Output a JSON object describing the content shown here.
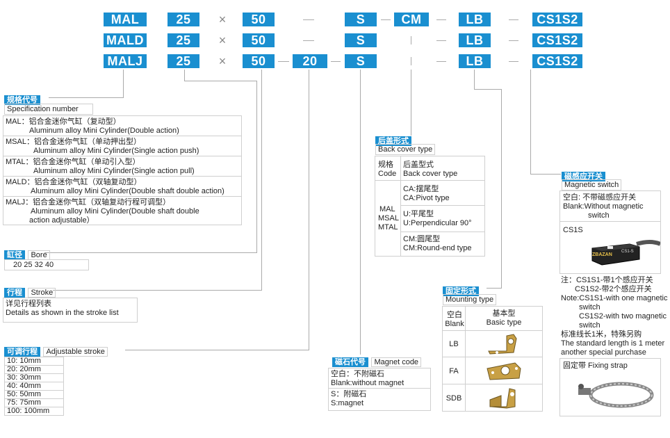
{
  "rows": [
    {
      "model": "MAL",
      "bore": "25",
      "x": "×",
      "stroke": "50",
      "adj": "",
      "mag": "S",
      "cover": "CM",
      "mount": "LB",
      "sw": "CS1S2"
    },
    {
      "model": "MALD",
      "bore": "25",
      "x": "×",
      "stroke": "50",
      "adj": "",
      "mag": "S",
      "cover": "",
      "mount": "LB",
      "sw": "CS1S2"
    },
    {
      "model": "MALJ",
      "bore": "25",
      "x": "×",
      "stroke": "50",
      "adj": "20",
      "mag": "S",
      "cover": "",
      "mount": "LB",
      "sw": "CS1S2"
    }
  ],
  "spec": {
    "title_cn": "规格代号",
    "title_en": "Specification number",
    "items": [
      {
        "cn": "MAL：铝合金迷你气缸（复动型）",
        "en": "Aluminum alloy Mini Cylinder(Double action)"
      },
      {
        "cn": "MSAL：铝合金迷你气缸（单动押出型）",
        "en": "Aluminum alloy Mini Cylinder(Single action push)"
      },
      {
        "cn": "MTAL：铝合金迷你气缸（单动引入型）",
        "en": "Aluminum alloy Mini Cylinder(Single action pull)"
      },
      {
        "cn": "MALD：铝合金迷你气缸（双轴复动型）",
        "en": "Aluminum alloy Mini Cylinder(Double shaft double action)"
      },
      {
        "cn": "MALJ：铝合金迷你气缸（双轴复动行程可调型）",
        "en": "Aluminum alloy Mini Cylinder(Double shaft double",
        "en2": "action adjustable）"
      }
    ]
  },
  "bore": {
    "title_cn": "缸径",
    "title_en": "Bore",
    "values": "20  25  32  40"
  },
  "stroke": {
    "title_cn": "行程",
    "title_en": "Stroke",
    "cn": "详见行程列表",
    "en": "Details as shown in the stroke list"
  },
  "adj": {
    "title_cn": "可调行程",
    "title_en": "Adjustable stroke",
    "items": [
      "10:  10mm",
      "20:  20mm",
      "30:  30mm",
      "40:  40mm",
      "50:  50mm",
      "75:  75mm",
      "100:  100mm"
    ]
  },
  "magnet": {
    "title_cn": "磁石代号",
    "title_en": "Magnet code",
    "r1cn": "空白：不附磁石",
    "r1en": "Blank:without magnet",
    "r2cn": "S：附磁石",
    "r2en": "S:magnet"
  },
  "back": {
    "title_cn": "后盖形式",
    "title_en": "Back cover type",
    "h1a": "规格",
    "h1b": "Code",
    "h2a": "后盖型式",
    "h2b": "Back cover type",
    "models": [
      "MAL",
      "MSAL",
      "MTAL"
    ],
    "ca1": "CA:摆尾型",
    "ca2": "CA:Pivot type",
    "u1": "U:平尾型",
    "u2": "U:Perpendicular 90°",
    "cm1": "CM:圆尾型",
    "cm2": "CM:Round-end type"
  },
  "mount": {
    "title_cn": "固定形式",
    "title_en": "Mounting type",
    "h1a": "空白",
    "h1b": "Blank",
    "h2a": "基本型",
    "h2b": "Basic type",
    "rows": [
      "LB",
      "FA",
      "SDB"
    ]
  },
  "switch": {
    "title_cn": "磁感应开关",
    "title_en": "Magnetic switch",
    "r1cn": "空白: 不带磁感应开关",
    "r1en": "Blank:Without magnetic",
    "r1en2": "switch",
    "r2": "CS1S",
    "brand": "ZBAZAN",
    "part": "CS1-S",
    "note": [
      "注：CS1S1-带1个感应开关",
      "CS1S2-带2个感应开关",
      "Note:CS1S1-with one magnetic",
      "switch",
      "CS1S2-with two magnetic",
      "switch",
      "标准线长1米，特殊另购",
      "The standard length is 1 meter",
      "another special purchase"
    ],
    "strap": "固定带 Fixing strap"
  },
  "colors": {
    "accent": "#1a8fd0"
  }
}
